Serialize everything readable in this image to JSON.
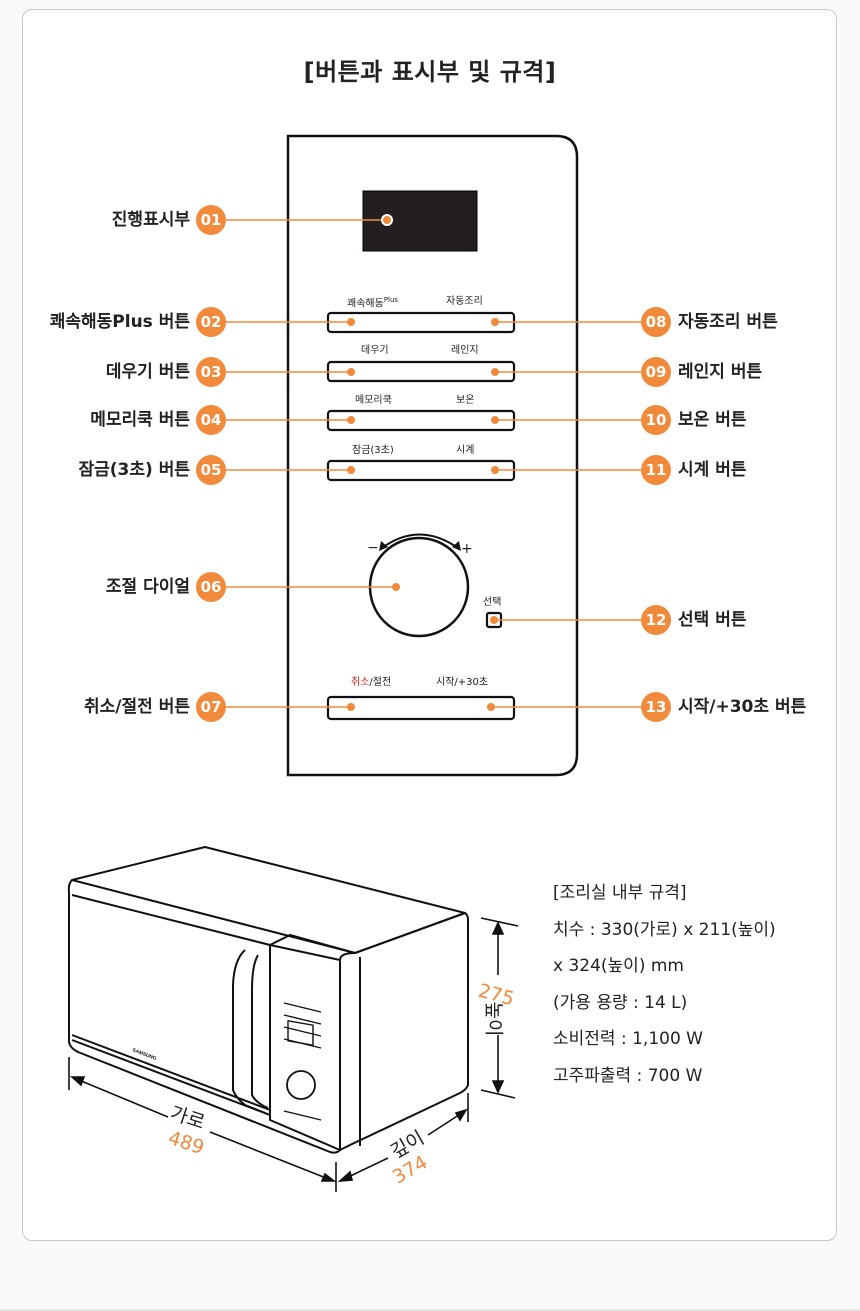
{
  "title": "[버튼과 표시부 및 규격]",
  "colors": {
    "accent": "#f28a3c",
    "cancel_red": "#e02020",
    "display": "#231f20"
  },
  "callouts_left": [
    {
      "num": "01",
      "label": "진행표시부"
    },
    {
      "num": "02",
      "label": "쾌속해동Plus 버튼"
    },
    {
      "num": "03",
      "label": "데우기 버튼"
    },
    {
      "num": "04",
      "label": "메모리쿡 버튼"
    },
    {
      "num": "05",
      "label": "잠금(3초) 버튼"
    },
    {
      "num": "06",
      "label": "조절 다이얼"
    },
    {
      "num": "07",
      "label": "취소/절전 버튼"
    }
  ],
  "callouts_right": [
    {
      "num": "08",
      "label": "자동조리 버튼"
    },
    {
      "num": "09",
      "label": "레인지 버튼"
    },
    {
      "num": "10",
      "label": "보온 버튼"
    },
    {
      "num": "11",
      "label": "시계 버튼"
    },
    {
      "num": "12",
      "label": "선택 버튼"
    },
    {
      "num": "13",
      "label": "시작/+30초 버튼"
    }
  ],
  "panel": {
    "rows": [
      {
        "left": "쾌속해동",
        "left_sup": "Plus",
        "right": "자동조리"
      },
      {
        "left": "데우기",
        "left_sup": "",
        "right": "레인지"
      },
      {
        "left": "메모리쿡",
        "left_sup": "",
        "right": "보온"
      },
      {
        "left": "잠금(3초)",
        "left_sup": "",
        "right": "시계"
      }
    ],
    "dial_minus": "−",
    "dial_plus": "+",
    "select_label": "선택",
    "cancel_red": "취소",
    "cancel_rest": "/절전",
    "start_label": "시작/+30초"
  },
  "dimensions": {
    "width_label": "가로",
    "width_value": "489",
    "depth_label": "깊이",
    "depth_value": "374",
    "height_label": "높이",
    "height_value": "275",
    "brand": "SAMSUNG"
  },
  "specs": [
    "[조리실 내부 규격]",
    "치수 : 330(가로) x 211(높이)",
    "x 324(높이) mm",
    "(가용 용량 : 14 L)",
    "소비전력 : 1,100 W",
    "고주파출력 : 700 W"
  ]
}
